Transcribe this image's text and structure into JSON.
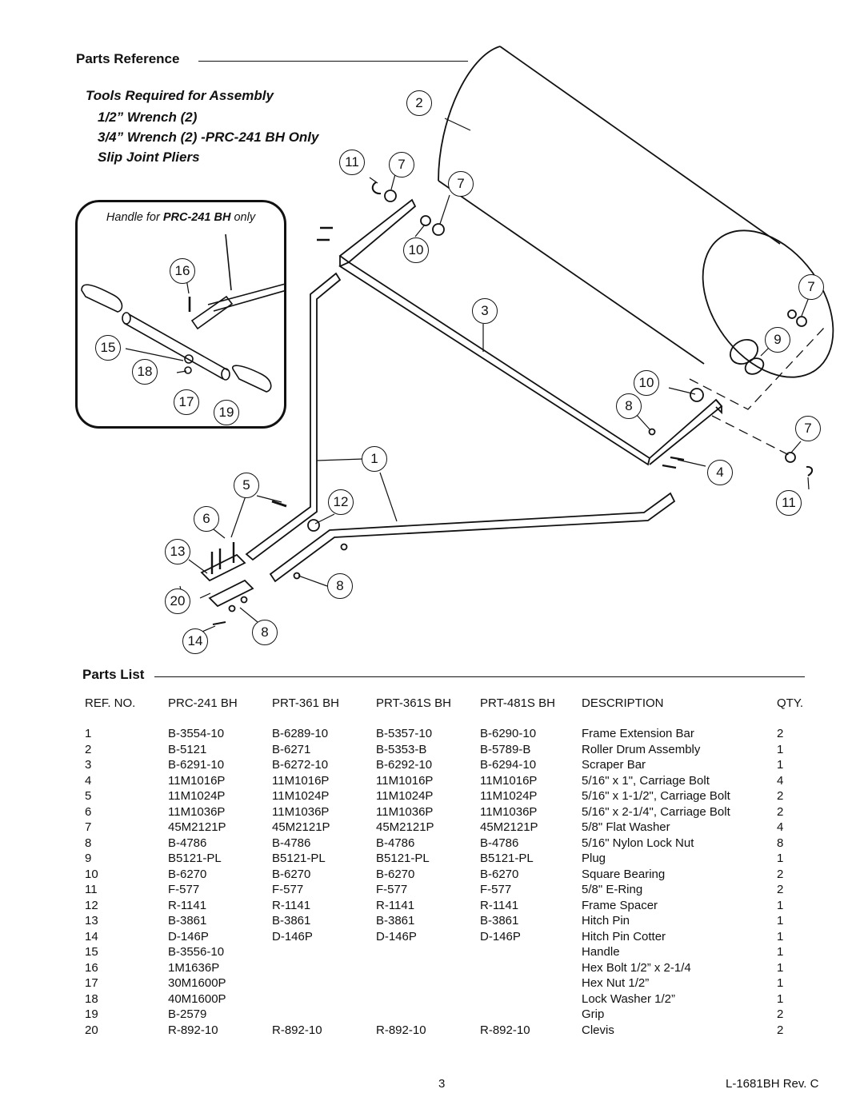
{
  "parts_reference": {
    "heading": "Parts Reference",
    "tools_heading": "Tools Required for Assembly",
    "tools": [
      "1/2” Wrench (2)",
      "3/4” Wrench (2) -PRC-241 BH Only",
      "Slip Joint Pliers"
    ]
  },
  "inset": {
    "title_prefix": "Handle for ",
    "title_model": "PRC-241 BH",
    "title_suffix": " only",
    "callouts": [
      "16",
      "15",
      "18",
      "17",
      "19"
    ]
  },
  "callouts": [
    "2",
    "11",
    "7",
    "7",
    "10",
    "3",
    "7",
    "9",
    "10",
    "8",
    "7",
    "1",
    "4",
    "11",
    "5",
    "12",
    "6",
    "13",
    "8",
    "20",
    "14",
    "8"
  ],
  "parts_list": {
    "heading": "Parts List",
    "columns": [
      "REF. NO.",
      "PRC-241 BH",
      "PRT-361 BH",
      "PRT-361S BH",
      "PRT-481S BH",
      "DESCRIPTION",
      "QTY."
    ],
    "rows": [
      [
        "1",
        "B-3554-10",
        "B-6289-10",
        "B-5357-10",
        "B-6290-10",
        "Frame Extension Bar",
        "2"
      ],
      [
        "2",
        "B-5121",
        "B-6271",
        "B-5353-B",
        "B-5789-B",
        "Roller Drum Assembly",
        "1"
      ],
      [
        "3",
        "B-6291-10",
        "B-6272-10",
        "B-6292-10",
        "B-6294-10",
        "Scraper Bar",
        "1"
      ],
      [
        "4",
        "11M1016P",
        "11M1016P",
        "11M1016P",
        "11M1016P",
        "5/16\" x 1\", Carriage Bolt",
        "4"
      ],
      [
        "5",
        "11M1024P",
        "11M1024P",
        "11M1024P",
        "11M1024P",
        "5/16\" x 1-1/2\", Carriage Bolt",
        "2"
      ],
      [
        "6",
        "11M1036P",
        "11M1036P",
        "11M1036P",
        "11M1036P",
        "5/16\" x 2-1/4\", Carriage Bolt",
        "2"
      ],
      [
        "7",
        "45M2121P",
        "45M2121P",
        "45M2121P",
        "45M2121P",
        "5/8\" Flat Washer",
        "4"
      ],
      [
        "8",
        "B-4786",
        "B-4786",
        "B-4786",
        "B-4786",
        "5/16\" Nylon Lock Nut",
        "8"
      ],
      [
        "9",
        "B5121-PL",
        "B5121-PL",
        "B5121-PL",
        "B5121-PL",
        "Plug",
        "1"
      ],
      [
        "10",
        "B-6270",
        "B-6270",
        "B-6270",
        "B-6270",
        "Square Bearing",
        "2"
      ],
      [
        "11",
        "F-577",
        "F-577",
        "F-577",
        "F-577",
        "5/8\" E-Ring",
        "2"
      ],
      [
        "12",
        "R-1141",
        "R-1141",
        "R-1141",
        "R-1141",
        "Frame Spacer",
        "1"
      ],
      [
        "13",
        "B-3861",
        "B-3861",
        "B-3861",
        "B-3861",
        "Hitch Pin",
        "1"
      ],
      [
        "14",
        "D-146P",
        "D-146P",
        "D-146P",
        "D-146P",
        "Hitch Pin Cotter",
        "1"
      ],
      [
        "15",
        "B-3556-10",
        "",
        "",
        "",
        "Handle",
        "1"
      ],
      [
        "16",
        "1M1636P",
        "",
        "",
        "",
        "Hex Bolt 1/2” x 2-1/4",
        "1"
      ],
      [
        "17",
        "30M1600P",
        "",
        "",
        "",
        "Hex Nut 1/2”",
        "1"
      ],
      [
        "18",
        "40M1600P",
        "",
        "",
        "",
        "Lock Washer 1/2”",
        "1"
      ],
      [
        "19",
        "B-2579",
        "",
        "",
        "",
        "Grip",
        "2"
      ],
      [
        "20",
        "R-892-10",
        "R-892-10",
        "R-892-10",
        "R-892-10",
        "Clevis",
        "2"
      ]
    ]
  },
  "footer": {
    "page_number": "3",
    "doc_id": "L-1681BH Rev. C"
  }
}
